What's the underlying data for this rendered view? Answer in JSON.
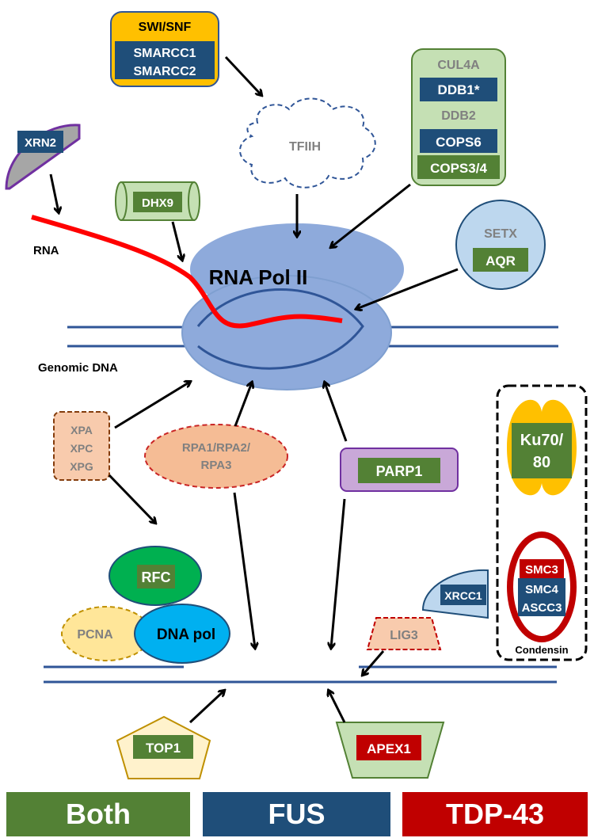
{
  "colors": {
    "both": "#538135",
    "fus": "#1F4E79",
    "tdp43": "#C00000",
    "dna": "#2F5597",
    "rna": "#FF0000",
    "polii": "#8EAADB",
    "grey_text": "#808080"
  },
  "labels": {
    "swisnf": "SWI/SNF",
    "smarcc1": "SMARCC1",
    "smarcc2": "SMARCC2",
    "tfiih": "TFIIH",
    "cul4a": "CUL4A",
    "ddb1": "DDB1*",
    "ddb2": "DDB2",
    "cops6": "COPS6",
    "cops34": "COPS3/4",
    "xrn2": "XRN2",
    "dhx9": "DHX9",
    "rna": "RNA",
    "rnapol": "RNA Pol II",
    "setx": "SETX",
    "aqr": "AQR",
    "genomic_dna": "Genomic DNA",
    "xpa": "XPA",
    "xpc": "XPC",
    "xpg": "XPG",
    "rpa_line1": "RPA1/RPA2/",
    "rpa_line2": "RPA3",
    "parp1": "PARP1",
    "ku_line1": "Ku70/",
    "ku_line2": "80",
    "rfc": "RFC",
    "pcna": "PCNA",
    "dnapol": "DNA pol",
    "xrcc1": "XRCC1",
    "lig3": "LIG3",
    "smc3": "SMC3",
    "smc4": "SMC4",
    "ascc3": "ASCC3",
    "condensin": "Condensin",
    "top1": "TOP1",
    "apex1": "APEX1"
  },
  "legend": {
    "both": "Both",
    "fus": "FUS",
    "tdp43": "TDP-43"
  }
}
